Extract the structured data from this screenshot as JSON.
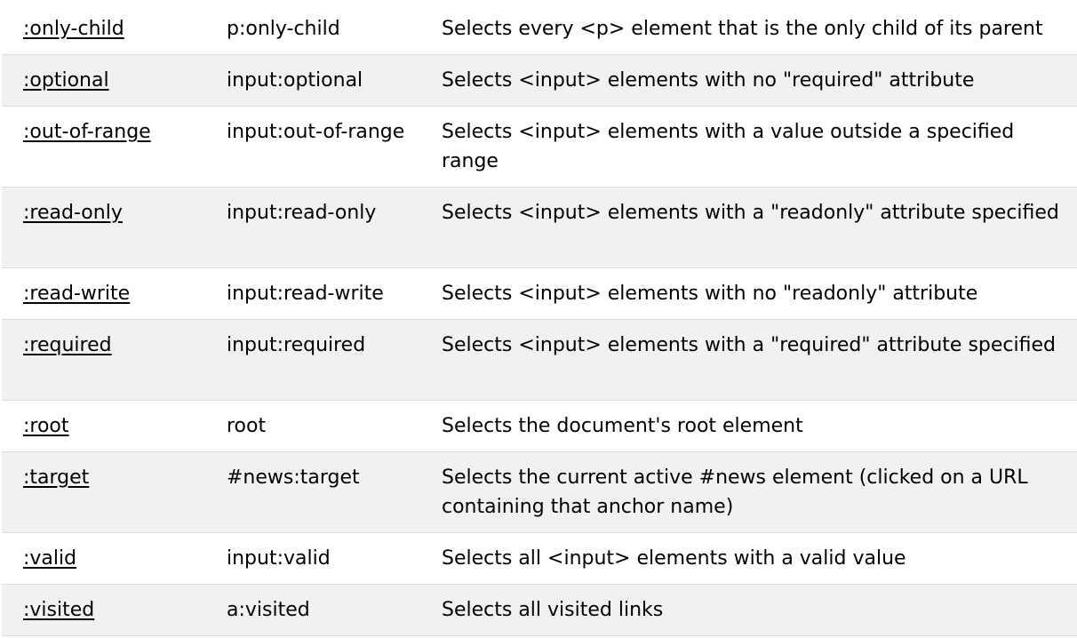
{
  "rows": [
    {
      "selector": ":only-child",
      "example": "p:only-child",
      "description": "Selects every <p> element that is the only child of its parent"
    },
    {
      "selector": ":optional",
      "example": "input:optional",
      "description": "Selects <input> elements with no \"required\" attribute"
    },
    {
      "selector": ":out-of-range",
      "example": "input:out-of-range",
      "description": "Selects <input> elements with a value outside a specified range"
    },
    {
      "selector": ":read-only",
      "example": "input:read-only",
      "description": "Selects <input> elements with a \"readonly\" attribute specified"
    },
    {
      "selector": ":read-write",
      "example": "input:read-write",
      "description": "Selects <input> elements with no \"readonly\" attribute"
    },
    {
      "selector": ":required",
      "example": "input:required",
      "description": "Selects <input> elements with a \"required\" attribute specified"
    },
    {
      "selector": ":root",
      "example": "root",
      "description": "Selects the document's root element"
    },
    {
      "selector": ":target",
      "example": "#news:target",
      "description": "Selects the current active #news element (clicked on a URL containing that anchor name)"
    },
    {
      "selector": ":valid",
      "example": "input:valid",
      "description": "Selects all <input> elements with a valid value"
    },
    {
      "selector": ":visited",
      "example": "a:visited",
      "description": "Selects all visited links"
    }
  ]
}
